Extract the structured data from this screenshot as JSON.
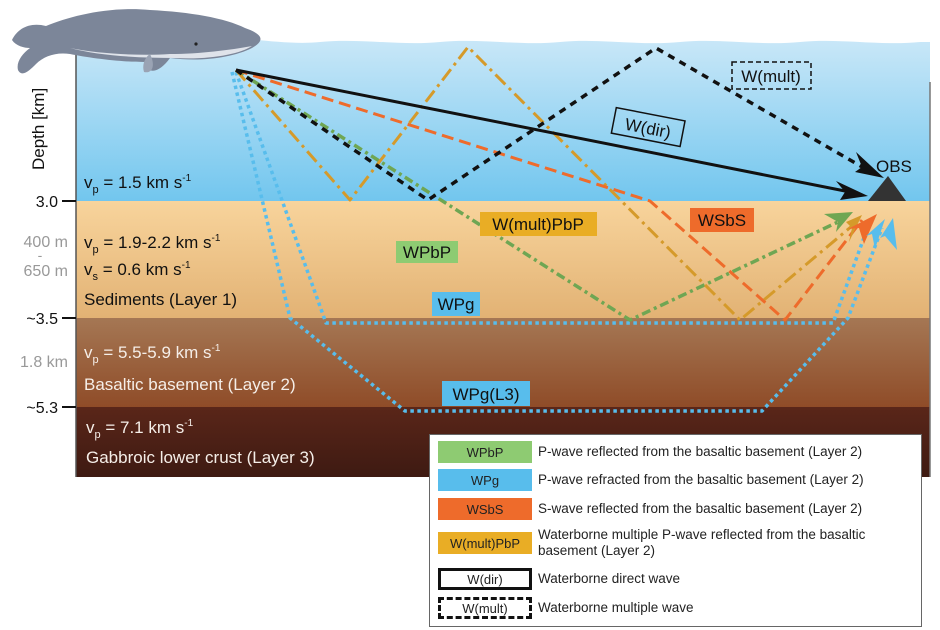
{
  "axis": {
    "label": "Depth [km]",
    "ticks": [
      {
        "label": "3.0",
        "depth_km": 3.0
      },
      {
        "label": "~3.5",
        "depth_km": 3.5
      },
      {
        "label": "~5.3",
        "depth_km": 5.3
      }
    ],
    "thickness_labels": [
      {
        "line1": "400 m",
        "sep": "-",
        "line2": "650 m"
      },
      {
        "text": "1.8 km"
      }
    ]
  },
  "layers": {
    "water": {
      "vp": "v",
      "sub": "p",
      "value": " = 1.5 km s",
      "sup": "-1",
      "color_top": "#cbe8f8",
      "color_bottom": "#72c6ee"
    },
    "sediments": {
      "vp_value": " = 1.9-2.2 km s",
      "vs_value": " = 0.6 km s",
      "sup": "-1",
      "name": "Sediments (Layer 1)",
      "color_top": "#f8d49c",
      "color_bottom": "#e2b274"
    },
    "basement": {
      "vp_value": " = 5.5-5.9 km s",
      "sup": "-1",
      "name": "Basaltic basement (Layer 2)",
      "color_top": "#a57754",
      "color_bottom": "#8f4c28"
    },
    "lower_crust": {
      "vp_value": " = 7.1 km s",
      "sup": "-1",
      "name": "Gabbroic lower crust (Layer 3)",
      "color_top": "#5a2619",
      "color_bottom": "#3e1a12"
    }
  },
  "obs_label": "OBS",
  "ray_labels": {
    "wdir": "W(dir)",
    "wmult": "W(mult)",
    "wsbs": "WSbS",
    "wmultpbp": "W(mult)PbP",
    "wpbp": "WPbP",
    "wpg": "WPg",
    "wpgl3": "WPg(L3)"
  },
  "colors": {
    "wpbp": "#6fa653",
    "wpg": "#58bdec",
    "wsbs": "#ee6b2b",
    "wmultpbp": "#d59a2a",
    "wdir": "#111111",
    "wmult": "#111111",
    "swatch_wpbp": "#8ecb72",
    "swatch_wpg": "#58bdec",
    "swatch_wsbs": "#ee6b2b",
    "swatch_wmultpbp": "#e9ad25",
    "obs": "#333333"
  },
  "legend": {
    "items": [
      {
        "code": "WPbP",
        "desc": "P-wave reflected from the basaltic basement (Layer 2)"
      },
      {
        "code": "WPg",
        "desc": "P-wave refracted from the basaltic basement (Layer 2)"
      },
      {
        "code": "WSbS",
        "desc": "S-wave reflected from the basaltic basement (Layer 2)"
      },
      {
        "code": "W(mult)PbP",
        "desc": "Waterborne multiple P-wave reflected from the basaltic basement (Layer 2)"
      },
      {
        "code": "W(dir)",
        "desc": "Waterborne direct wave"
      },
      {
        "code": "W(mult)",
        "desc": "Waterborne multiple wave"
      }
    ]
  }
}
